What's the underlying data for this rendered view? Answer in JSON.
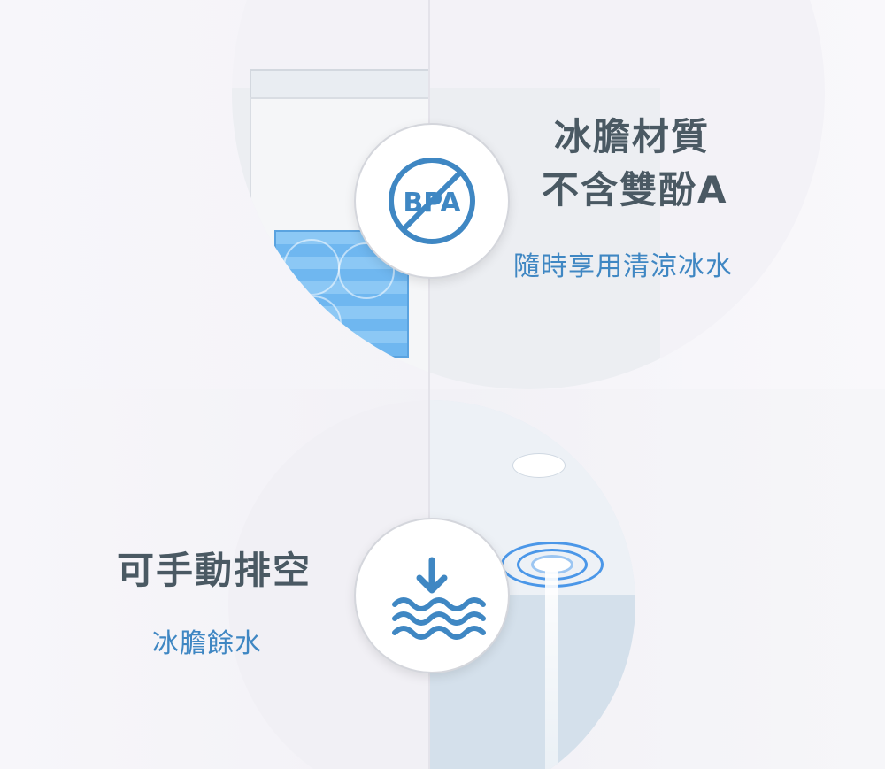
{
  "top_feature": {
    "title_line1": "冰膽材質",
    "title_line2": "不含雙酚A",
    "subtitle": "隨時享用清涼冰水",
    "badge_text": "BPA",
    "badge_icon": "no-bpa-icon"
  },
  "bottom_feature": {
    "title": "可手動排空",
    "subtitle": "冰膽餘水",
    "badge_icon": "drain-water-icon"
  },
  "colors": {
    "accent_blue": "#3f87c3",
    "title_gray": "#4a5963",
    "ice_blue": "#6fb7f0"
  }
}
